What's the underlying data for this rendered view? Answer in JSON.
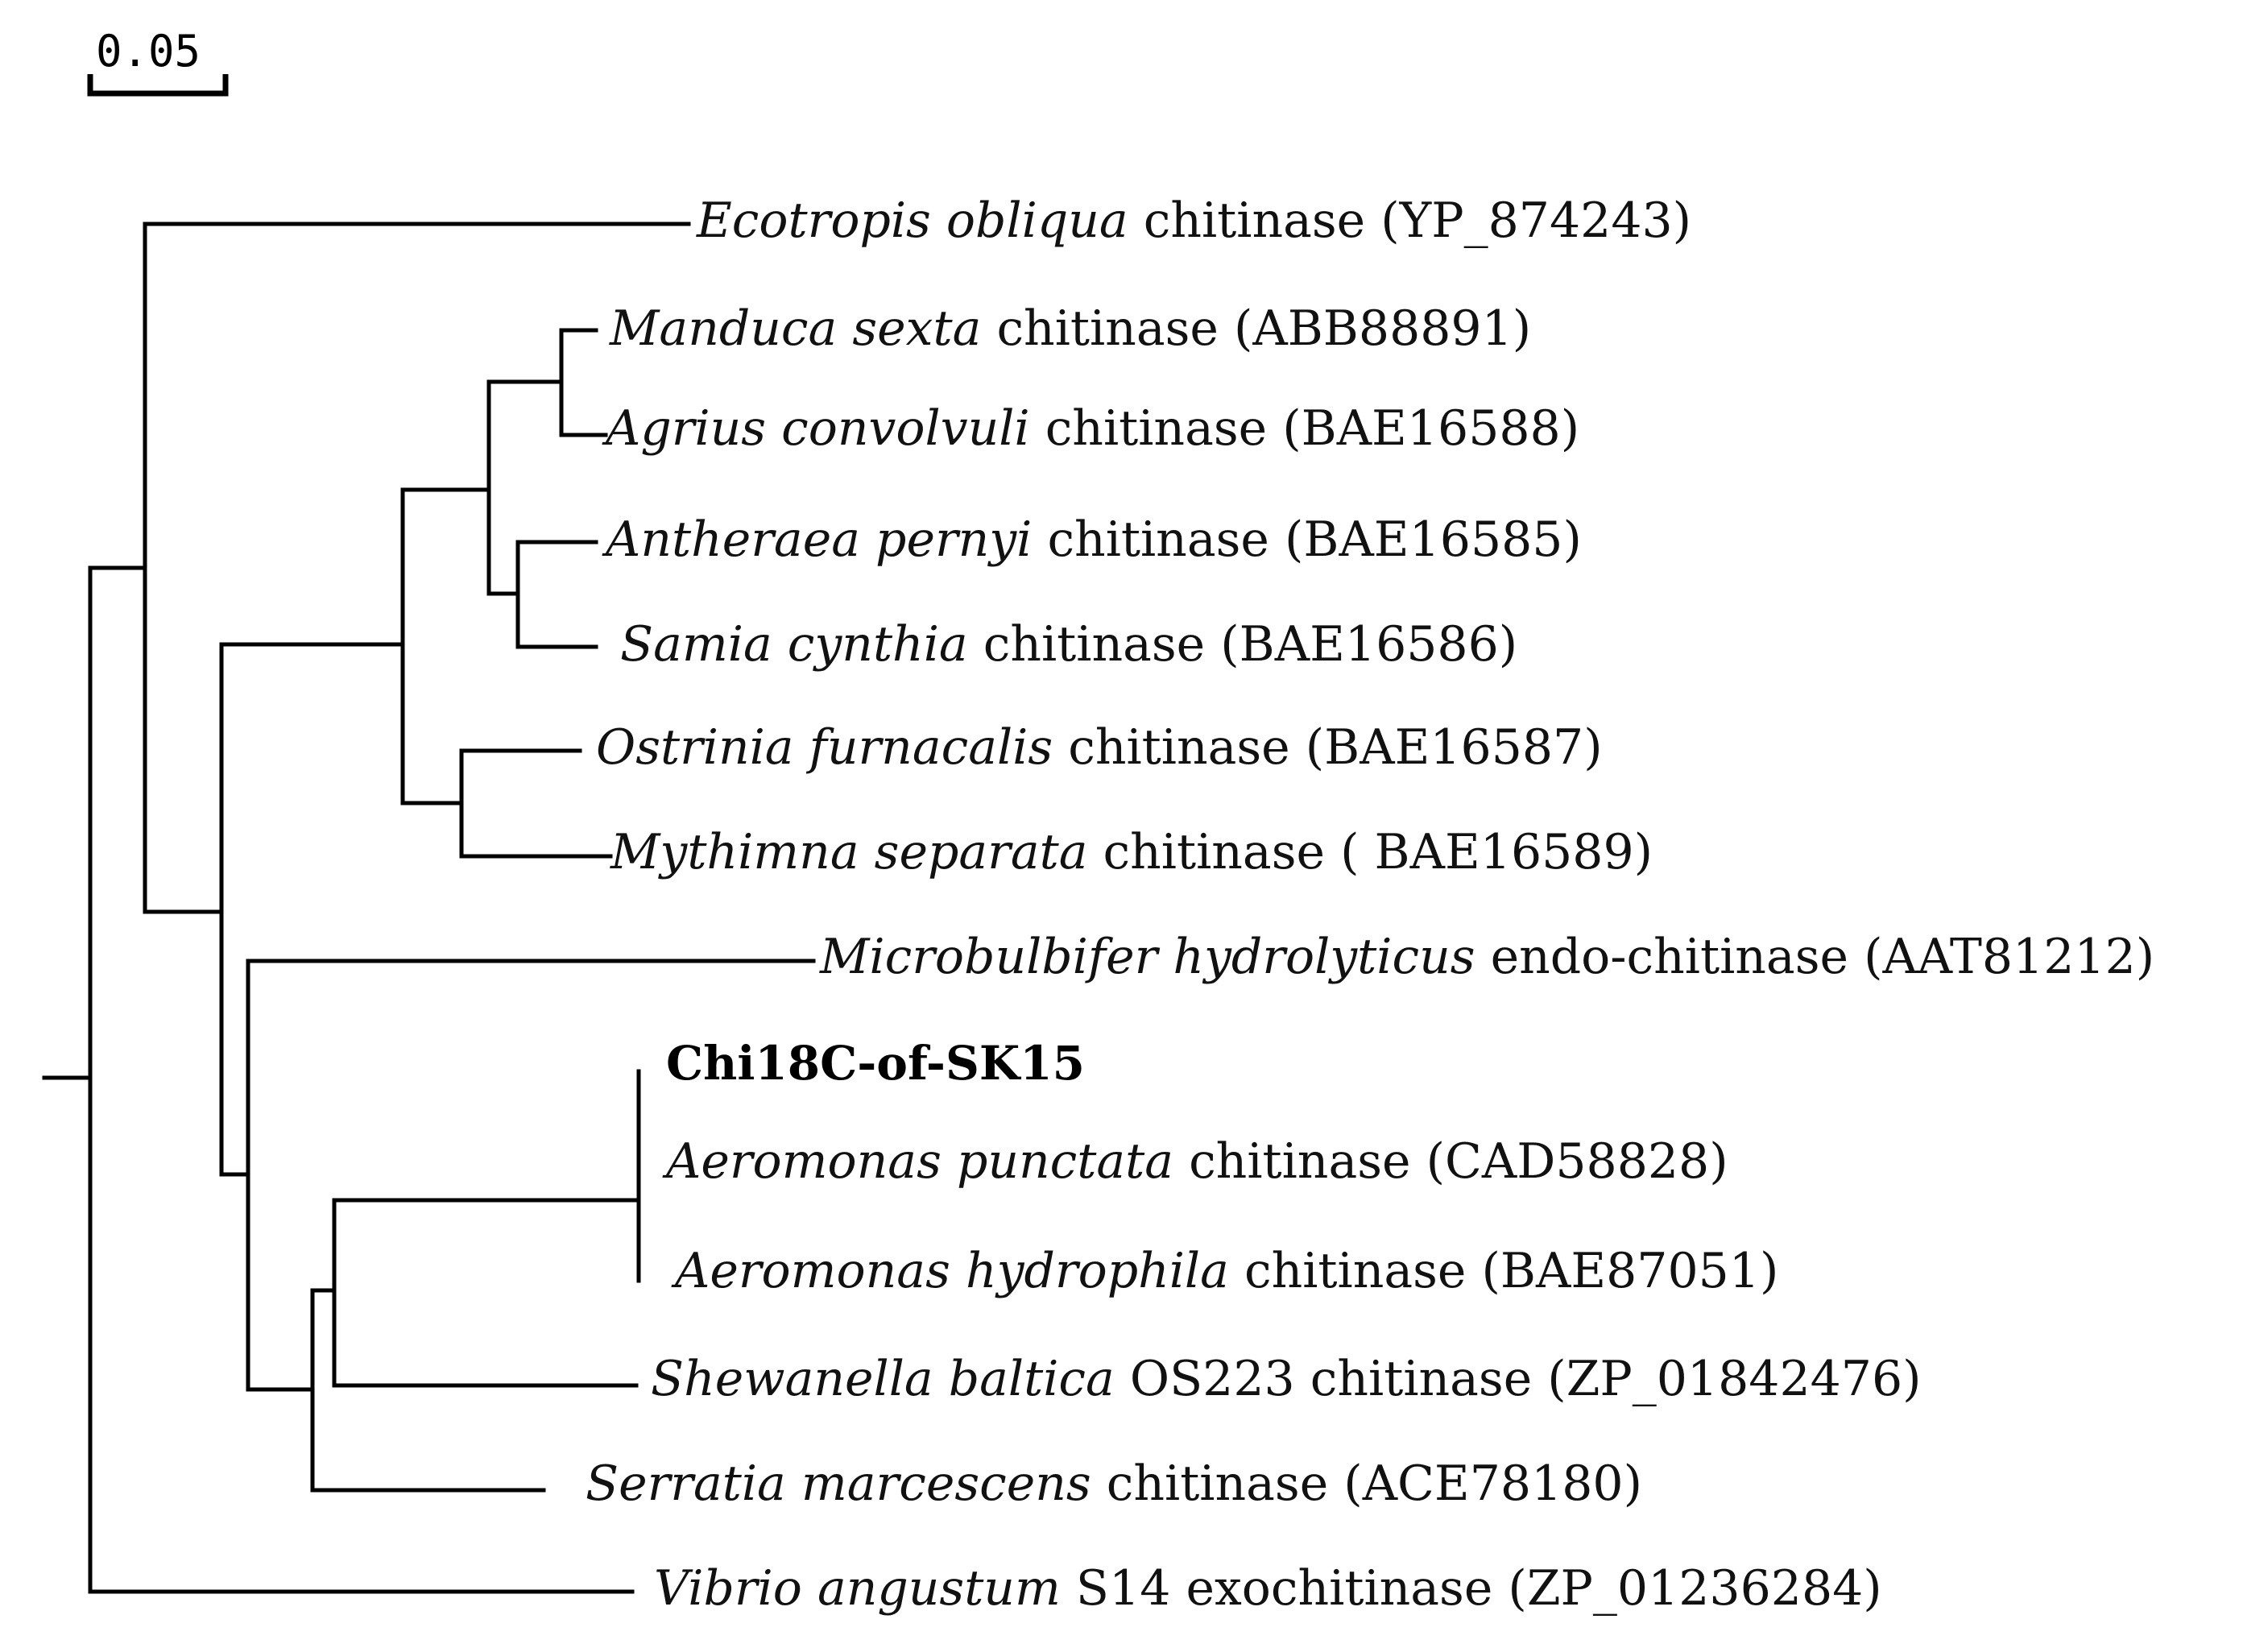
{
  "scale_bar": {
    "label": "0.05"
  },
  "taxa": [
    {
      "id": "ecotropis",
      "species": "Ecotropis obliqua",
      "desc": " chitinase (YP_874243)"
    },
    {
      "id": "manduca",
      "species": "Manduca sexta",
      "desc": " chitinase (ABB88891)"
    },
    {
      "id": "agrius",
      "species": "Agrius convolvuli",
      "desc": " chitinase (BAE16588)"
    },
    {
      "id": "antheraea",
      "species": "Antheraea pernyi",
      "desc": " chitinase (BAE16585)"
    },
    {
      "id": "samia",
      "species": "Samia cynthia",
      "desc": " chitinase (BAE16586)"
    },
    {
      "id": "ostrinia",
      "species": "Ostrinia furnacalis",
      "desc": " chitinase (BAE16587)"
    },
    {
      "id": "mythimna",
      "species": "Mythimna separata",
      "desc": " chitinase ( BAE16589)"
    },
    {
      "id": "microbulbifer",
      "species": "Microbulbifer hydrolyticus",
      "desc": " endo-chitinase (AAT81212)"
    },
    {
      "id": "chi18c",
      "species": "",
      "desc": "Chi18C-of-SK15",
      "highlight": true
    },
    {
      "id": "a-punctata",
      "species": "Aeromonas punctata",
      "desc": " chitinase (CAD58828)"
    },
    {
      "id": "a-hydrophila",
      "species": "Aeromonas hydrophila",
      "desc": " chitinase (BAE87051)"
    },
    {
      "id": "shewanella",
      "species": "Shewanella baltica",
      "desc": " OS223 chitinase (ZP_01842476)"
    },
    {
      "id": "serratia",
      "species": "Serratia marcescens",
      "desc": " chitinase (ACE78180)"
    },
    {
      "id": "vibrio",
      "species": "Vibrio angustum",
      "desc": " S14 exochitinase (ZP_01236284)"
    }
  ]
}
